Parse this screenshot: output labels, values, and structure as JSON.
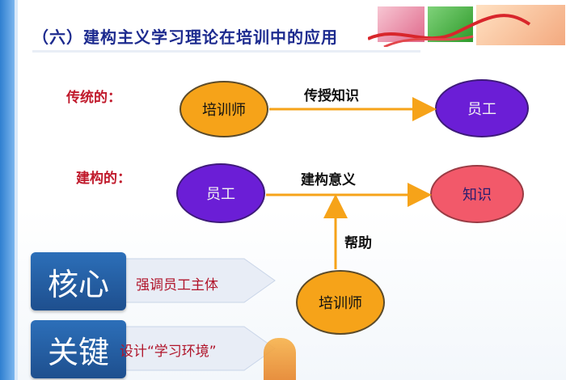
{
  "title": "（六）建构主义学习理论在培训中的应用",
  "traditional": {
    "label": "传统的：",
    "from": "培训师",
    "relation": "传授知识",
    "to": "员工"
  },
  "constructive": {
    "label": "建构的：",
    "from": "员工",
    "relation": "建构意义",
    "to": "知识",
    "helper_relation": "帮助",
    "helper": "培训师"
  },
  "core": {
    "tag": "核心",
    "text": "强调员工主体"
  },
  "key": {
    "tag": "关键",
    "text": "设计“学习环境”"
  },
  "colors": {
    "title": "#1d2b8f",
    "label": "#c0192b",
    "orange": "#f6a319",
    "purple": "#6b1ed6",
    "pink": "#f2596a",
    "arrow": "#f6a319",
    "blue_box": "#2c6fb9"
  }
}
